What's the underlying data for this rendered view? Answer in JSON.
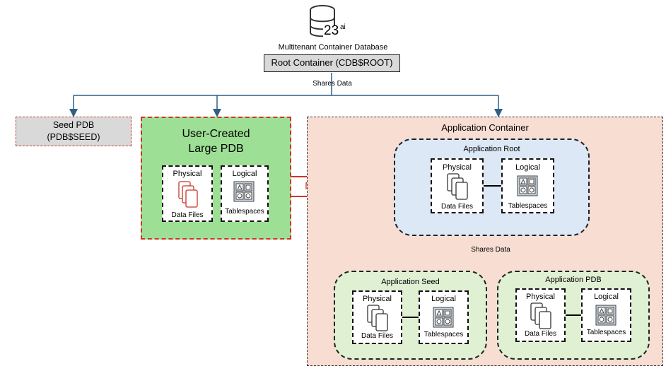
{
  "diagram": {
    "db_icon_version": "23",
    "db_icon_superscript": "ai",
    "title": "Multitenant Container Database",
    "root_container": "Root Container (CDB$ROOT)",
    "shares_data_top": "Shares Data",
    "seed_pdb": {
      "line1": "Seed PDB",
      "line2": "(PDB$SEED)"
    },
    "user_pdb": {
      "title_line1": "User-Created",
      "title_line2": "Large PDB",
      "physical": "Physical",
      "data_files": "Data Files",
      "logical": "Logical",
      "tablespaces": "Tablespaces"
    },
    "migration": "Migration",
    "application_container": {
      "title": "Application Container",
      "shares_data": "Shares Data",
      "root": {
        "title": "Application Root",
        "physical": "Physical",
        "data_files": "Data Files",
        "logical": "Logical",
        "tablespaces": "Tablespaces"
      },
      "seed": {
        "title": "Application Seed",
        "physical": "Physical",
        "data_files": "Data Files",
        "logical": "Logical",
        "tablespaces": "Tablespaces"
      },
      "pdb": {
        "title": "Application PDB",
        "physical": "Physical",
        "data_files": "Data Files",
        "logical": "Logical",
        "tablespaces": "Tablespaces"
      }
    },
    "colors": {
      "connector": "#2e5f86",
      "migration_red": "#d0332b",
      "user_green": "#9ddf94",
      "app_container_bg": "#f7ddd2",
      "app_root_bg": "#dce8f5",
      "app_child_bg": "#dff0d3",
      "gray_box": "#d9d9d9"
    }
  }
}
